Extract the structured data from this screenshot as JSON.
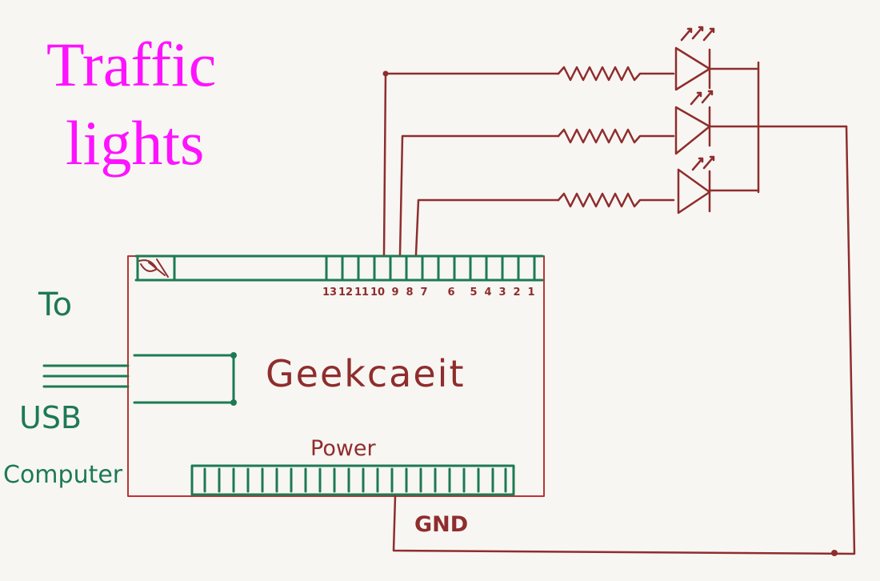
{
  "title": {
    "line1": "Traffic",
    "line2": "lights"
  },
  "labels": {
    "to": "To",
    "usb": "USB",
    "computer": "Computer",
    "board": "Geekcaeit",
    "power": "Power",
    "gnd": "GND"
  },
  "pins": [
    "13",
    "12",
    "11",
    "10",
    "9",
    "8",
    "7",
    "6",
    "5",
    "4",
    "3",
    "2",
    "1"
  ],
  "colors": {
    "title": "#ff12ff",
    "wire": "#8f2d2d",
    "usb_header": "#1d7a52",
    "background": "#f7f6f3"
  }
}
